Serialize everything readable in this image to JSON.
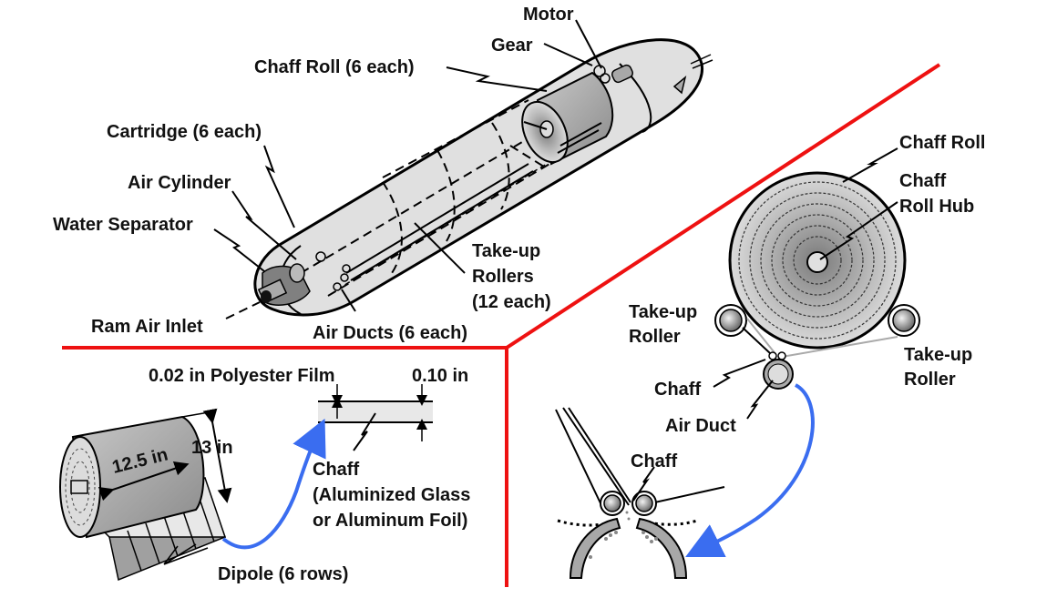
{
  "figure": {
    "title": "Chaff dispenser pod internal layout and chaff dispensing mechanism",
    "colors": {
      "divider": "#ee1111",
      "flow_arrow": "#3a6df0",
      "body_fill": "#e0e0e0",
      "component_fill": "#9a9a9a"
    }
  },
  "pod": {
    "labels": {
      "motor": "Motor",
      "gear": "Gear",
      "chaff_roll": "Chaff Roll (6 each)",
      "cartridge": "Cartridge (6 each)",
      "air_cylinder": "Air Cylinder",
      "water_separator": "Water Separator",
      "ram_air_inlet": "Ram Air Inlet",
      "air_ducts": "Air Ducts (6 each)",
      "takeup_rollers_1": "Take-up",
      "takeup_rollers_2": "Rollers",
      "takeup_rollers_3": "(12 each)"
    }
  },
  "roll_detail": {
    "labels": {
      "film": "0.02 in Polyester Film",
      "thickness": "0.10 in",
      "width": "12.5 in",
      "diameter": "13 in",
      "chaff_1": "Chaff",
      "chaff_2": "(Aluminized Glass",
      "chaff_3": "or Aluminum Foil)",
      "dipole": "Dipole (6 rows)"
    }
  },
  "mechanism": {
    "labels": {
      "chaff_roll": "Chaff Roll",
      "hub_1": "Chaff",
      "hub_2": "Roll Hub",
      "takeup_left_1": "Take-up",
      "takeup_left_2": "Roller",
      "takeup_right_1": "Take-up",
      "takeup_right_2": "Roller",
      "chaff": "Chaff",
      "air_duct": "Air Duct",
      "chaff_exit": "Chaff"
    }
  }
}
